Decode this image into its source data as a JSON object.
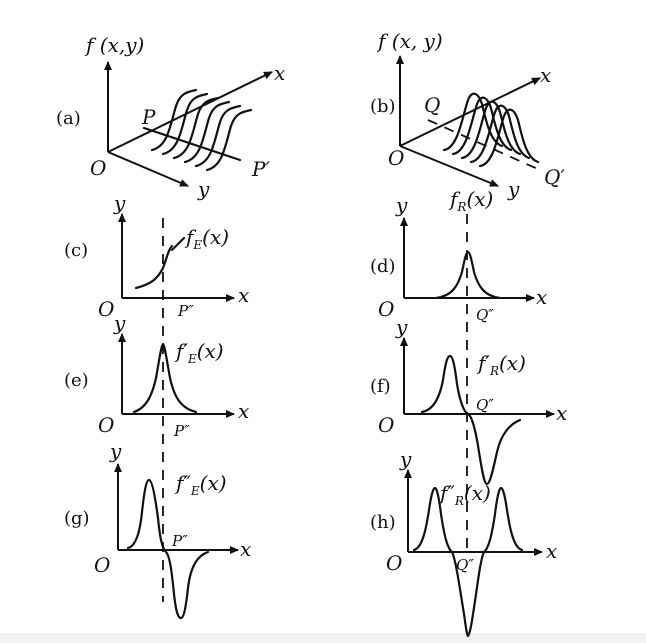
{
  "panels": {
    "a": {
      "tag": "(a)",
      "f_label": "f (x,y)",
      "x": "x",
      "y": "y",
      "origin": "O",
      "p": "P",
      "p_prime": "P′"
    },
    "b": {
      "tag": "(b)",
      "f_label": "f (x, y)",
      "x": "x",
      "y": "y",
      "origin": "O",
      "q": "Q",
      "q_prime": "Q′"
    },
    "c": {
      "tag": "(c)",
      "y": "y",
      "x": "x",
      "origin": "O",
      "func": "f",
      "func_sub": "E",
      "func_arg": "(x)",
      "mark": "P″"
    },
    "d": {
      "tag": "(d)",
      "y": "y",
      "x": "x",
      "origin": "O",
      "func": "f",
      "func_sub": "R",
      "func_arg": "(x)",
      "mark": "Q″"
    },
    "e": {
      "tag": "(e)",
      "y": "y",
      "x": "x",
      "origin": "O",
      "func": "f′",
      "func_sub": "E",
      "func_arg": "(x)",
      "mark": "P″"
    },
    "f": {
      "tag": "(f)",
      "y": "y",
      "x": "x",
      "origin": "O",
      "func": "f′",
      "func_sub": "R",
      "func_arg": "(x)",
      "mark": "Q″"
    },
    "g": {
      "tag": "(g)",
      "y": "y",
      "x": "x",
      "origin": "O",
      "func": "f″",
      "func_sub": "E",
      "func_arg": "(x)",
      "mark": "P″"
    },
    "h": {
      "tag": "(h)",
      "y": "y",
      "x": "x",
      "origin": "O",
      "func": "f″",
      "func_sub": "R",
      "func_arg": "(x)",
      "mark": "Q″"
    }
  }
}
